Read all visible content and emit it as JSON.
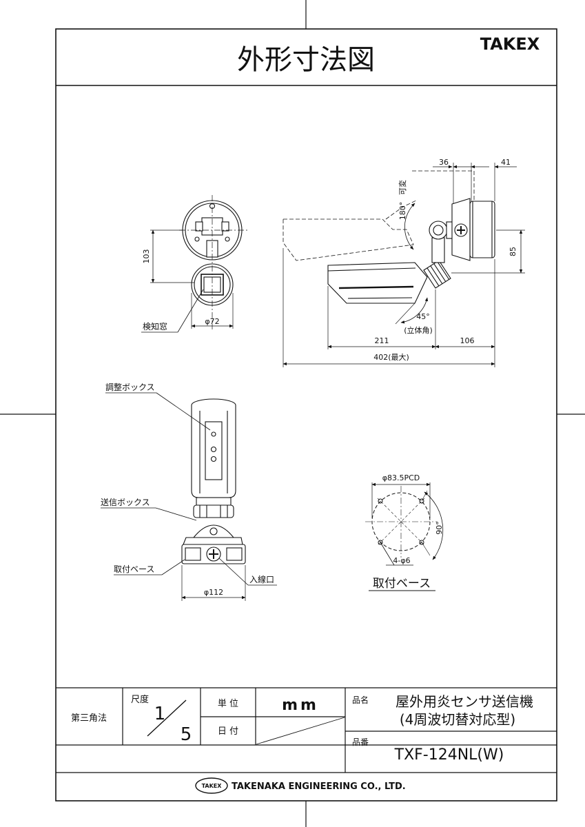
{
  "title": "外形寸法図",
  "brand": "TAKEX",
  "views": {
    "front": {
      "dim_height": "103",
      "dim_dia": "φ72",
      "label_window": "検知窓"
    },
    "side": {
      "dim_36": "36",
      "dim_41": "41",
      "dim_85": "85",
      "rot_angle": "180°",
      "rot_label": "可変",
      "angle_45": "45°",
      "angle_45_note": "(立体角)",
      "dim_211": "211",
      "dim_106": "106",
      "dim_total": "402(最大)"
    },
    "bottom": {
      "label_adjust_box": "調整ボックス",
      "label_transmit_box": "送信ボックス",
      "label_mount_base": "取付ベース",
      "label_inlet": "入線口",
      "dim_dia": "φ112"
    },
    "base": {
      "pcd": "φ83.5PCD",
      "angle": "90°",
      "holes": "4-φ6",
      "caption": "取付ベース"
    }
  },
  "titleblock": {
    "projection": "第三角法",
    "scale_label": "尺度",
    "scale_num": "1",
    "scale_den": "5",
    "unit_label": "単 位",
    "unit_value": "mm",
    "date_label": "日 付",
    "date_value": "",
    "product_name_label": "品名",
    "product_name_line1": "屋外用炎センサ送信機",
    "product_name_line2": "(4周波切替対応型)",
    "product_no_label": "品番",
    "product_no": "TXF-124NL(W)",
    "company_logo": "TAKEX",
    "company": "TAKENAKA ENGINEERING CO., LTD."
  }
}
